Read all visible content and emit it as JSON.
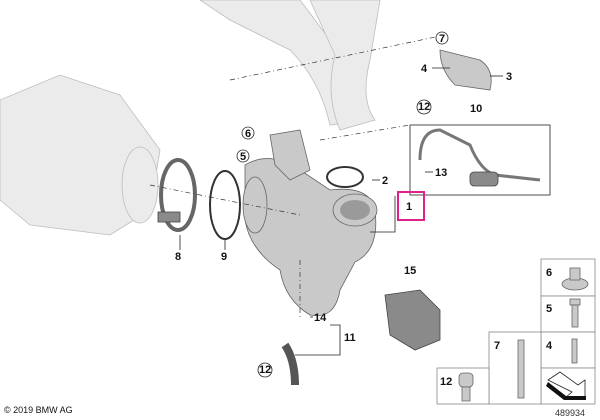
{
  "callouts": {
    "c1": "1",
    "c2": "2",
    "c3": "3",
    "c4": "4",
    "c5": "5",
    "c6": "6",
    "c7": "7",
    "c8": "8",
    "c9": "9",
    "c10": "10",
    "c11": "11",
    "c12a": "12",
    "c12b": "12",
    "c13": "13",
    "c14": "14",
    "c15": "15"
  },
  "parts_panel": {
    "p6": "6",
    "p5": "5",
    "p4": "4",
    "p7": "7",
    "p12": "12"
  },
  "highlight_color": "#e0218a",
  "copyright": "© 2019 BMW AG",
  "image_number": "489934"
}
